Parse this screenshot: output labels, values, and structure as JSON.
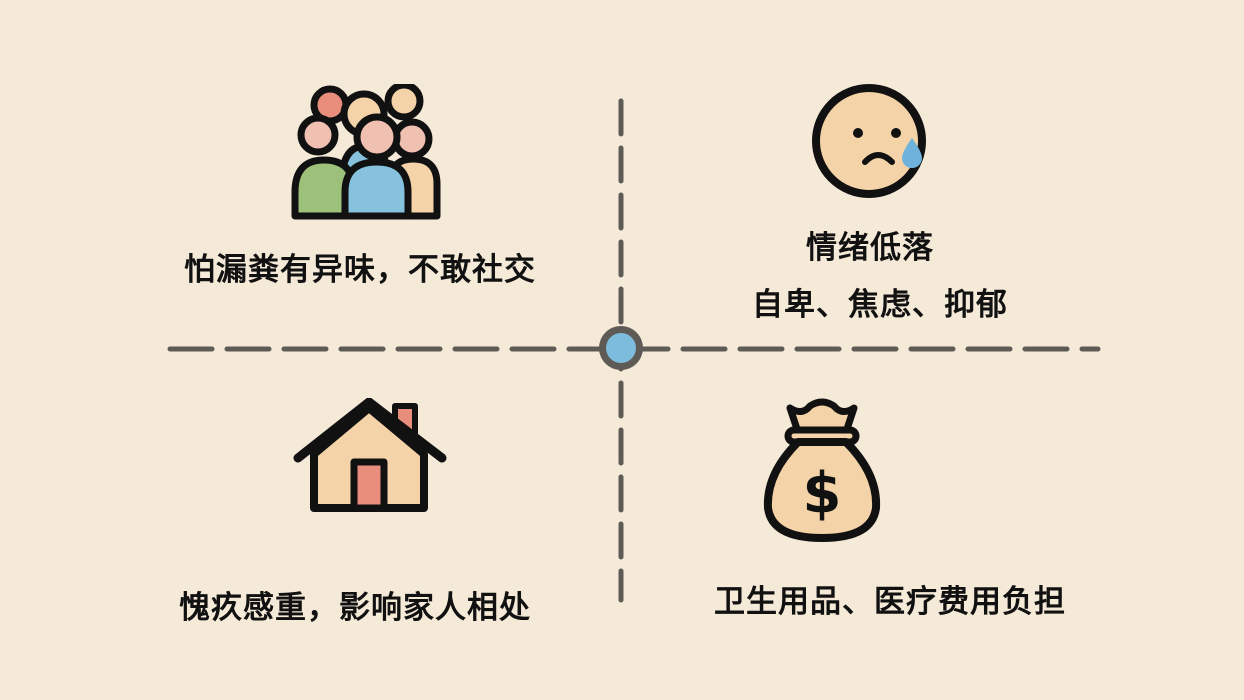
{
  "colors": {
    "background": "#f5e9d8",
    "divider": "#5e5a55",
    "center_dot": "#7dbcdd",
    "outline": "#111111",
    "skin": "#f3d3a7",
    "pink": "#f0c0b0",
    "salmon": "#e98e7d",
    "green": "#9dc07a",
    "blue": "#86c1dd",
    "tear": "#6fb3dd"
  },
  "quadrants": {
    "top_left": {
      "icon": "group-of-people-icon",
      "label": "怕漏粪有异味，不敢社交"
    },
    "top_right": {
      "icon": "sad-face-with-tear-icon",
      "title": "情绪低落",
      "subtitle": "自卑、焦虑、抑郁"
    },
    "bottom_left": {
      "icon": "house-icon",
      "label": "愧疚感重，影响家人相处"
    },
    "bottom_right": {
      "icon": "money-bag-icon",
      "label": "卫生用品、医疗费用负担"
    }
  }
}
